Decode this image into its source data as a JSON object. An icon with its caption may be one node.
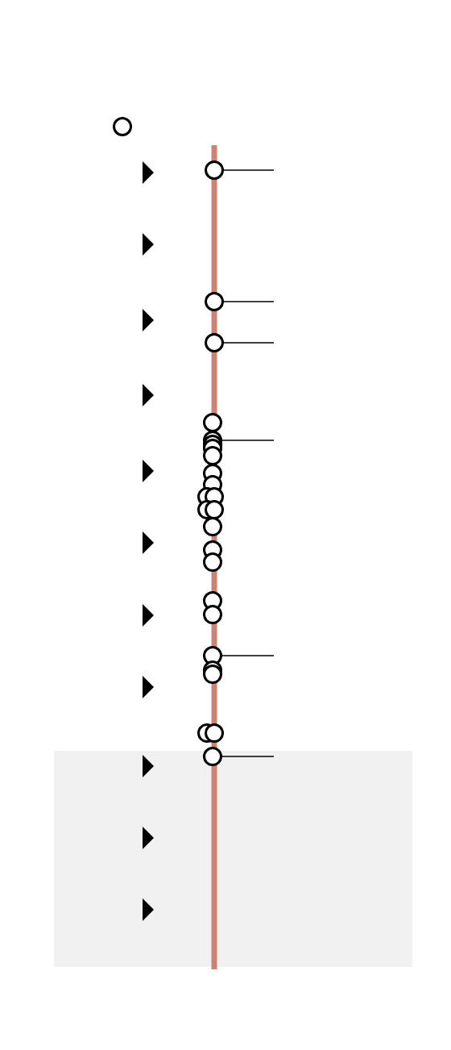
{
  "diagram": {
    "nodes": [
      {
        "text": [],
        "shape": "circle"
      },
      {
        "text": [],
        "shape": "circle"
      },
      {
        "text": [],
        "shape": "circle"
      },
      {
        "text": [],
        "shape": "circle"
      },
      {
        "text": [],
        "shape": "circle"
      },
      {
        "text": [],
        "shape": "circle"
      },
      {
        "text": [],
        "shape": "circle"
      },
      {
        "text": [],
        "shape": "circle"
      },
      {
        "text": [],
        "shape": "circle"
      },
      {
        "text": [],
        "shape": "circle"
      },
      {
        "text": [],
        "shape": "circle"
      },
      {
        "text": [],
        "shape": "circle"
      },
      {
        "text": [],
        "shape": "circle"
      },
      {
        "text": [],
        "shape": "circle"
      },
      {
        "text": [],
        "shape": "circle"
      },
      {
        "text": [],
        "shape": "circle"
      },
      {
        "text": [],
        "shape": "circle"
      },
      {
        "text": [],
        "shape": "circle"
      },
      {
        "text": [],
        "shape": "circle"
      },
      {
        "text": [],
        "shape": "circle"
      },
      {
        "text": [],
        "shape": "circle"
      },
      {
        "text": [],
        "shape": "circle"
      },
      {
        "text": [],
        "shape": "circle"
      },
      {
        "text": [],
        "shape": "circle"
      },
      {
        "text": [],
        "shape": "circle"
      },
      {
        "text": [],
        "shape": "circle"
      }
    ],
    "edges": [
      {
        "from": 1,
        "to": null,
        "arrow": "none"
      },
      {
        "from": 2,
        "to": null,
        "arrow": "none"
      },
      {
        "from": 3,
        "to": null,
        "arrow": "none"
      },
      {
        "from": 5,
        "to": null,
        "arrow": "none"
      },
      {
        "from": 20,
        "to": null,
        "arrow": "none"
      },
      {
        "from": 25,
        "to": null,
        "arrow": "none"
      }
    ]
  }
}
